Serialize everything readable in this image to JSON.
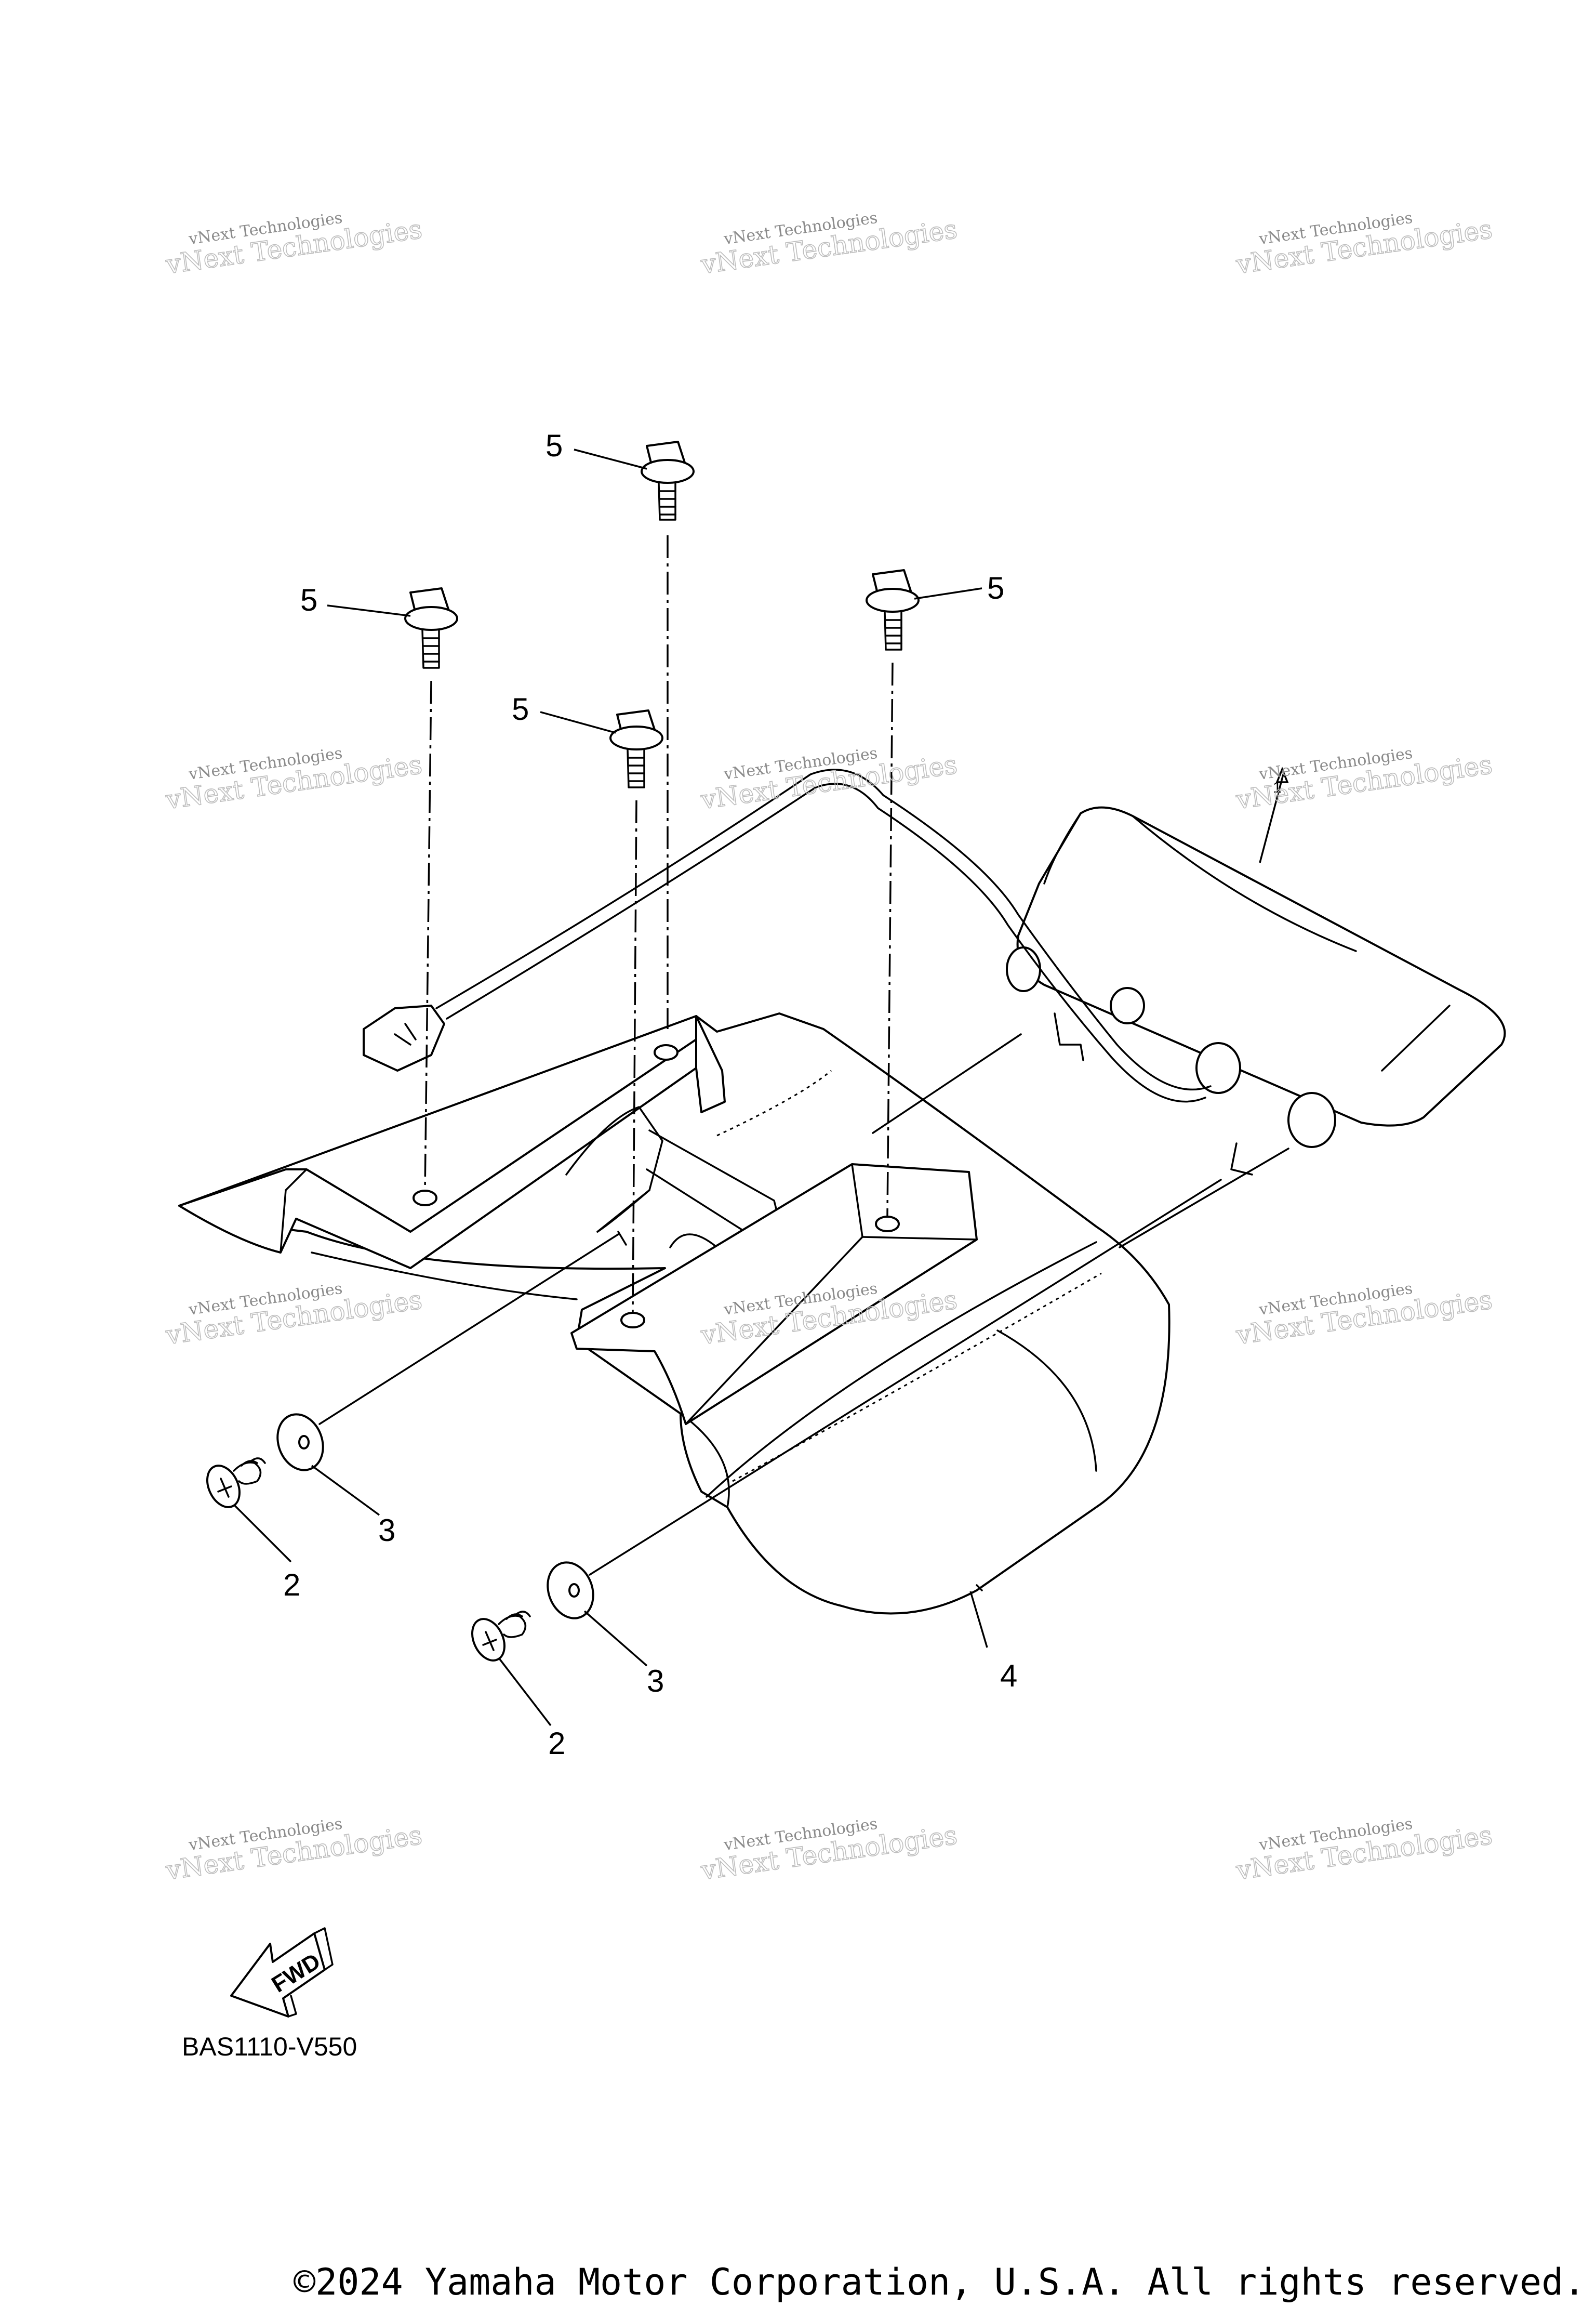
{
  "callouts": {
    "part_1": "1",
    "part_2a": "2",
    "part_2b": "2",
    "part_3a": "3",
    "part_3b": "3",
    "part_4": "4",
    "part_5a": "5",
    "part_5b": "5",
    "part_5c": "5",
    "part_5d": "5"
  },
  "watermark": {
    "line1": "vNext Technologies",
    "line2": "vNext Technologies"
  },
  "diagram_code": "BAS1110-V550",
  "fwd_label": "FWD",
  "copyright": "©2024 Yamaha Motor Corporation, U.S.A. All rights reserved."
}
